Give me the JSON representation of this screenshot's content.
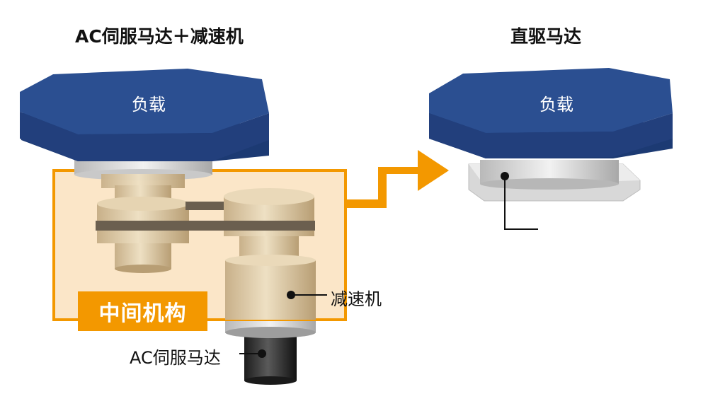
{
  "left": {
    "title": "AC伺服马达＋减速机",
    "load_label": "负载",
    "reducer_label": "减速机",
    "motor_label": "AC伺服马达",
    "mechanism_label": "中间机构"
  },
  "right": {
    "title": "直驱马达",
    "load_label": "负载"
  },
  "colors": {
    "load_blue": "#2b4f91",
    "mechanism_orange": "#f39800",
    "mechanism_fill": "#fbe3c0",
    "part_tan": "#d9c4a0",
    "motor_dark": "#2e2e2e"
  }
}
